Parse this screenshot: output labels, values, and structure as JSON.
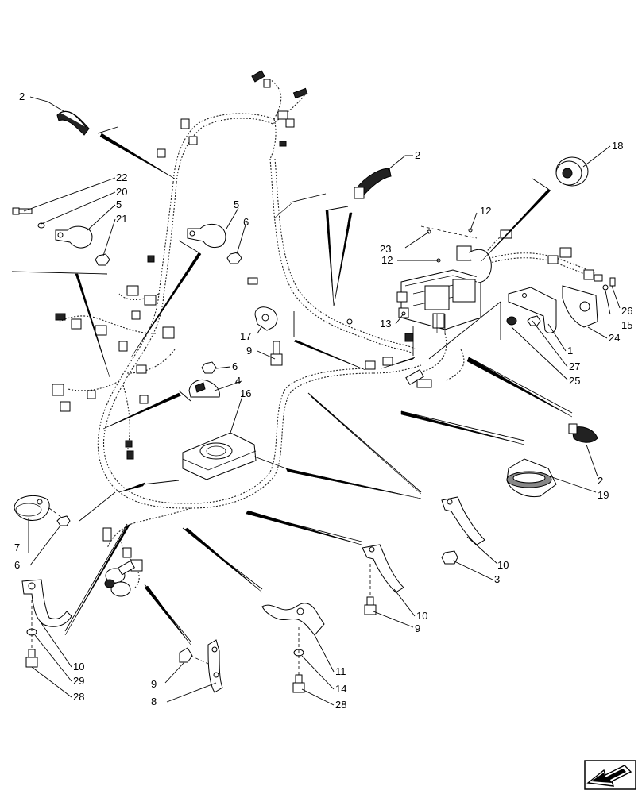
{
  "diagram": {
    "callouts": [
      "1",
      "2",
      "2",
      "2",
      "3",
      "4",
      "5",
      "5",
      "6",
      "6",
      "6",
      "7",
      "8",
      "9",
      "9",
      "9",
      "10",
      "10",
      "10",
      "11",
      "12",
      "12",
      "13",
      "14",
      "15",
      "16",
      "17",
      "18",
      "19",
      "20",
      "21",
      "22",
      "23",
      "24",
      "25",
      "26",
      "27",
      "28",
      "28",
      "29"
    ]
  },
  "labels": {
    "c1": "1",
    "c2a": "2",
    "c2b": "2",
    "c2c": "2",
    "c3": "3",
    "c4": "4",
    "c5a": "5",
    "c5b": "5",
    "c6a": "6",
    "c6b": "6",
    "c6c": "6",
    "c7": "7",
    "c8": "8",
    "c9a": "9",
    "c9b": "9",
    "c9c": "9",
    "c10a": "10",
    "c10b": "10",
    "c10c": "10",
    "c11": "11",
    "c12a": "12",
    "c12b": "12",
    "c13": "13",
    "c14": "14",
    "c15": "15",
    "c16": "16",
    "c17": "17",
    "c18": "18",
    "c19": "19",
    "c20": "20",
    "c21": "21",
    "c22": "22",
    "c23": "23",
    "c24": "24",
    "c25": "25",
    "c26": "26",
    "c27": "27",
    "c28a": "28",
    "c28b": "28",
    "c29": "29"
  },
  "nav": {
    "icon": "next-page-arrow-icon"
  }
}
